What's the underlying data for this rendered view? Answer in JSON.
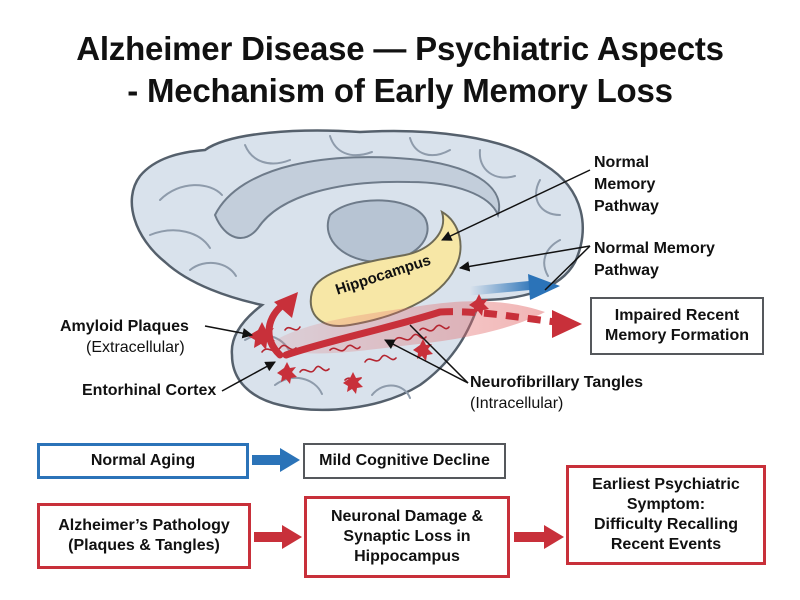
{
  "title": {
    "line1": "Alzheimer Disease — Psychiatric Aspects",
    "line2": "- Mechanism of Early Memory Loss"
  },
  "diagram_labels": {
    "hippocampus": "Hippocampus",
    "normal_pathway_1": [
      "Normal",
      "Memory",
      "Pathway"
    ],
    "normal_pathway_2": [
      "Normal Memory",
      "Pathway"
    ],
    "impaired": [
      "Impaired Recent",
      "Memory Formation"
    ],
    "amyloid": "Amyloid Plaques",
    "amyloid_sub": "(Extracellular)",
    "entorhinal": "Entorhinal Cortex",
    "tangles": "Neurofibrillary Tangles",
    "tangles_sub": "(Intracellular)"
  },
  "flow": {
    "normal_aging": "Normal Aging",
    "mild_decline": "Mild Cognitive Decline",
    "pathology": [
      "Alzheimer’s Pathology",
      "(Plaques & Tangles)"
    ],
    "neuronal_damage": [
      "Neuronal Damage &",
      "Synaptic Loss in",
      "Hippocampus"
    ],
    "earliest_symptom": [
      "Earliest Psychiatric",
      "Symptom:",
      "Difficulty Recalling",
      "Recent Events"
    ]
  },
  "colors": {
    "blue": "#2b73b8",
    "red": "#c8303a",
    "brain": "#d9e2ec",
    "hippocampus": "#f7e7a6"
  }
}
